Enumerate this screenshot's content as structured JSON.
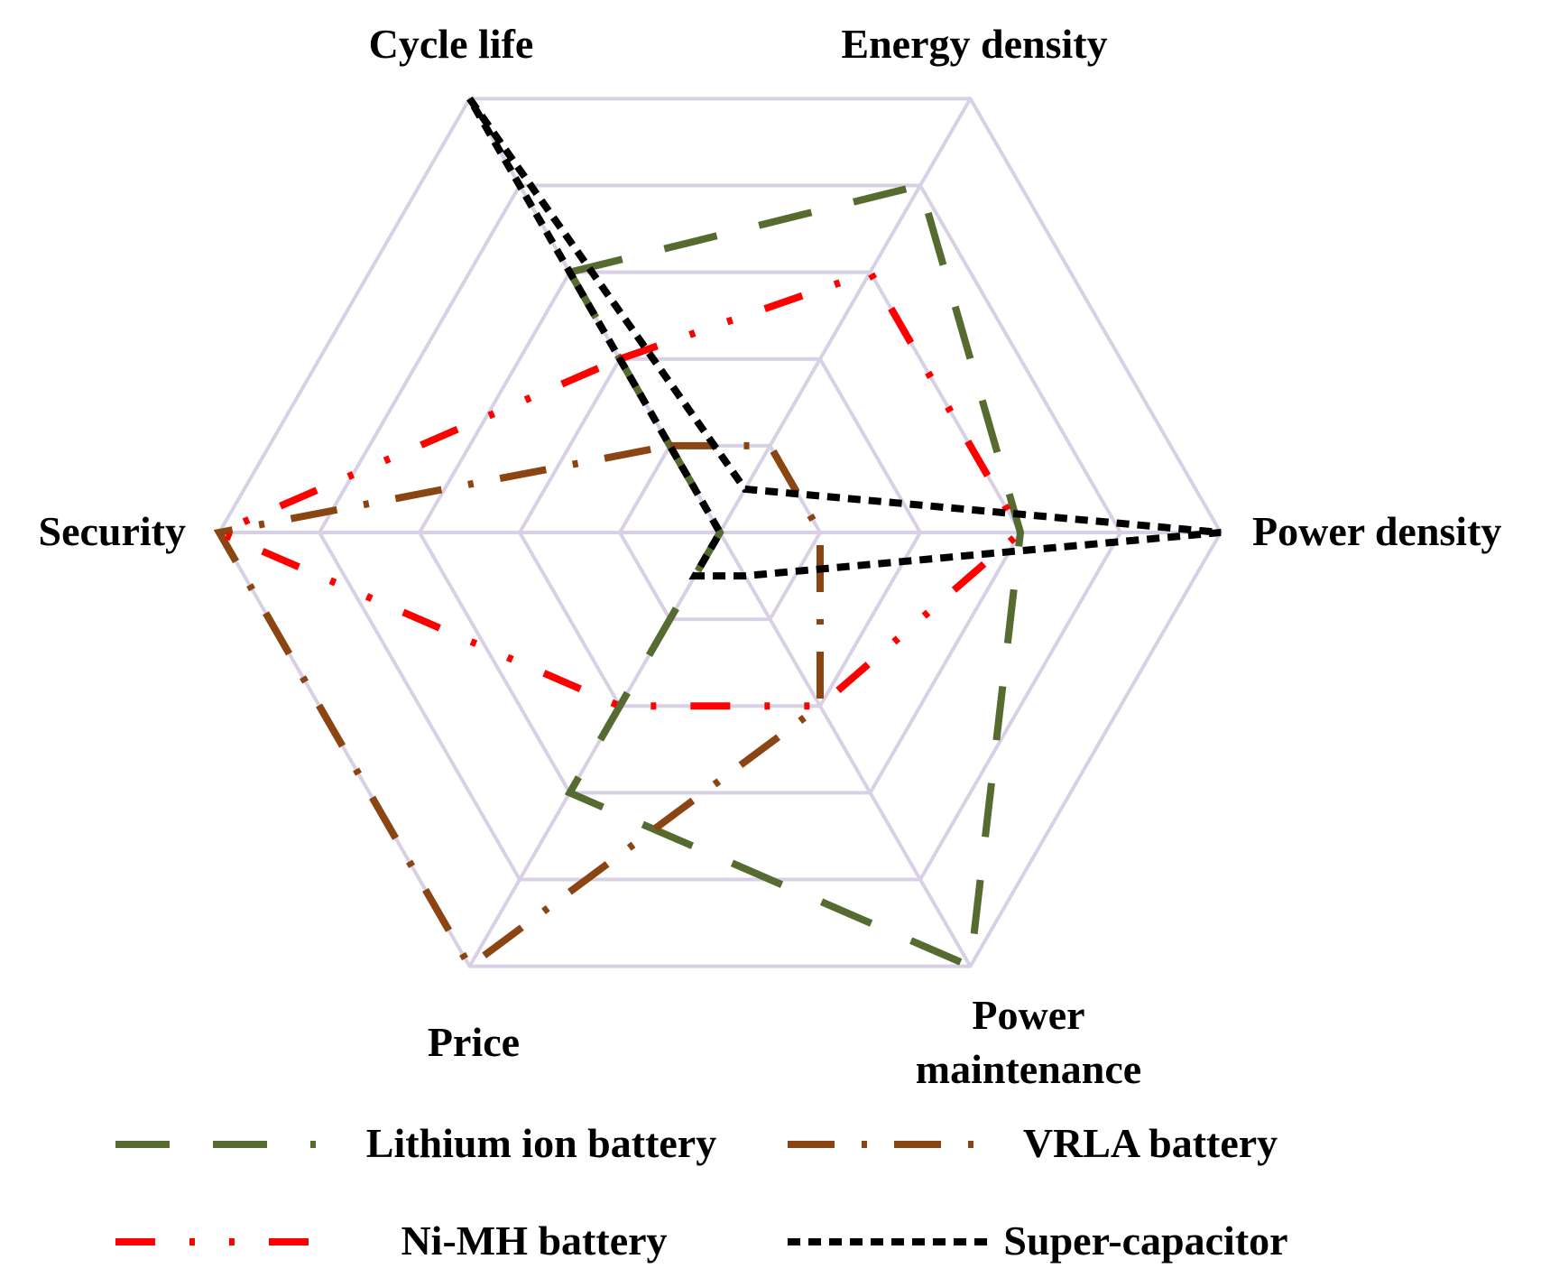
{
  "chart_data": {
    "type": "radar",
    "axes": [
      "Cycle life",
      "Energy density",
      "Power density",
      "Power maintenance",
      "Price",
      "Security"
    ],
    "axis_label_lines": [
      [
        "Cycle life"
      ],
      [
        "Energy density"
      ],
      [
        "Power density"
      ],
      [
        "Power",
        "maintenance"
      ],
      [
        "Price"
      ],
      [
        "Security"
      ]
    ],
    "rlim": [
      0,
      5
    ],
    "grid_levels": [
      1,
      2,
      3,
      4,
      5
    ],
    "grid_shape": "hexagon",
    "legend_position": "bottom",
    "series": [
      {
        "name": "Lithium ion battery",
        "values": [
          3,
          4,
          3,
          5,
          3,
          0
        ],
        "color": "#556B2F",
        "dash": "long-dash"
      },
      {
        "name": "VRLA battery",
        "values": [
          1,
          1,
          1,
          2,
          5,
          5
        ],
        "color": "#8B4513",
        "dash": "dash-dot"
      },
      {
        "name": "Ni-MH battery",
        "values": [
          2,
          3,
          3,
          2,
          2,
          5
        ],
        "color": "#FF0000",
        "dash": "dash-dot-dot"
      },
      {
        "name": "Super-capacitor",
        "values": [
          5,
          0.5,
          5,
          0.5,
          0.5,
          0
        ],
        "color": "#000000",
        "dash": "short-dash"
      }
    ]
  },
  "colors": {
    "grid": "#D8D0E4"
  }
}
